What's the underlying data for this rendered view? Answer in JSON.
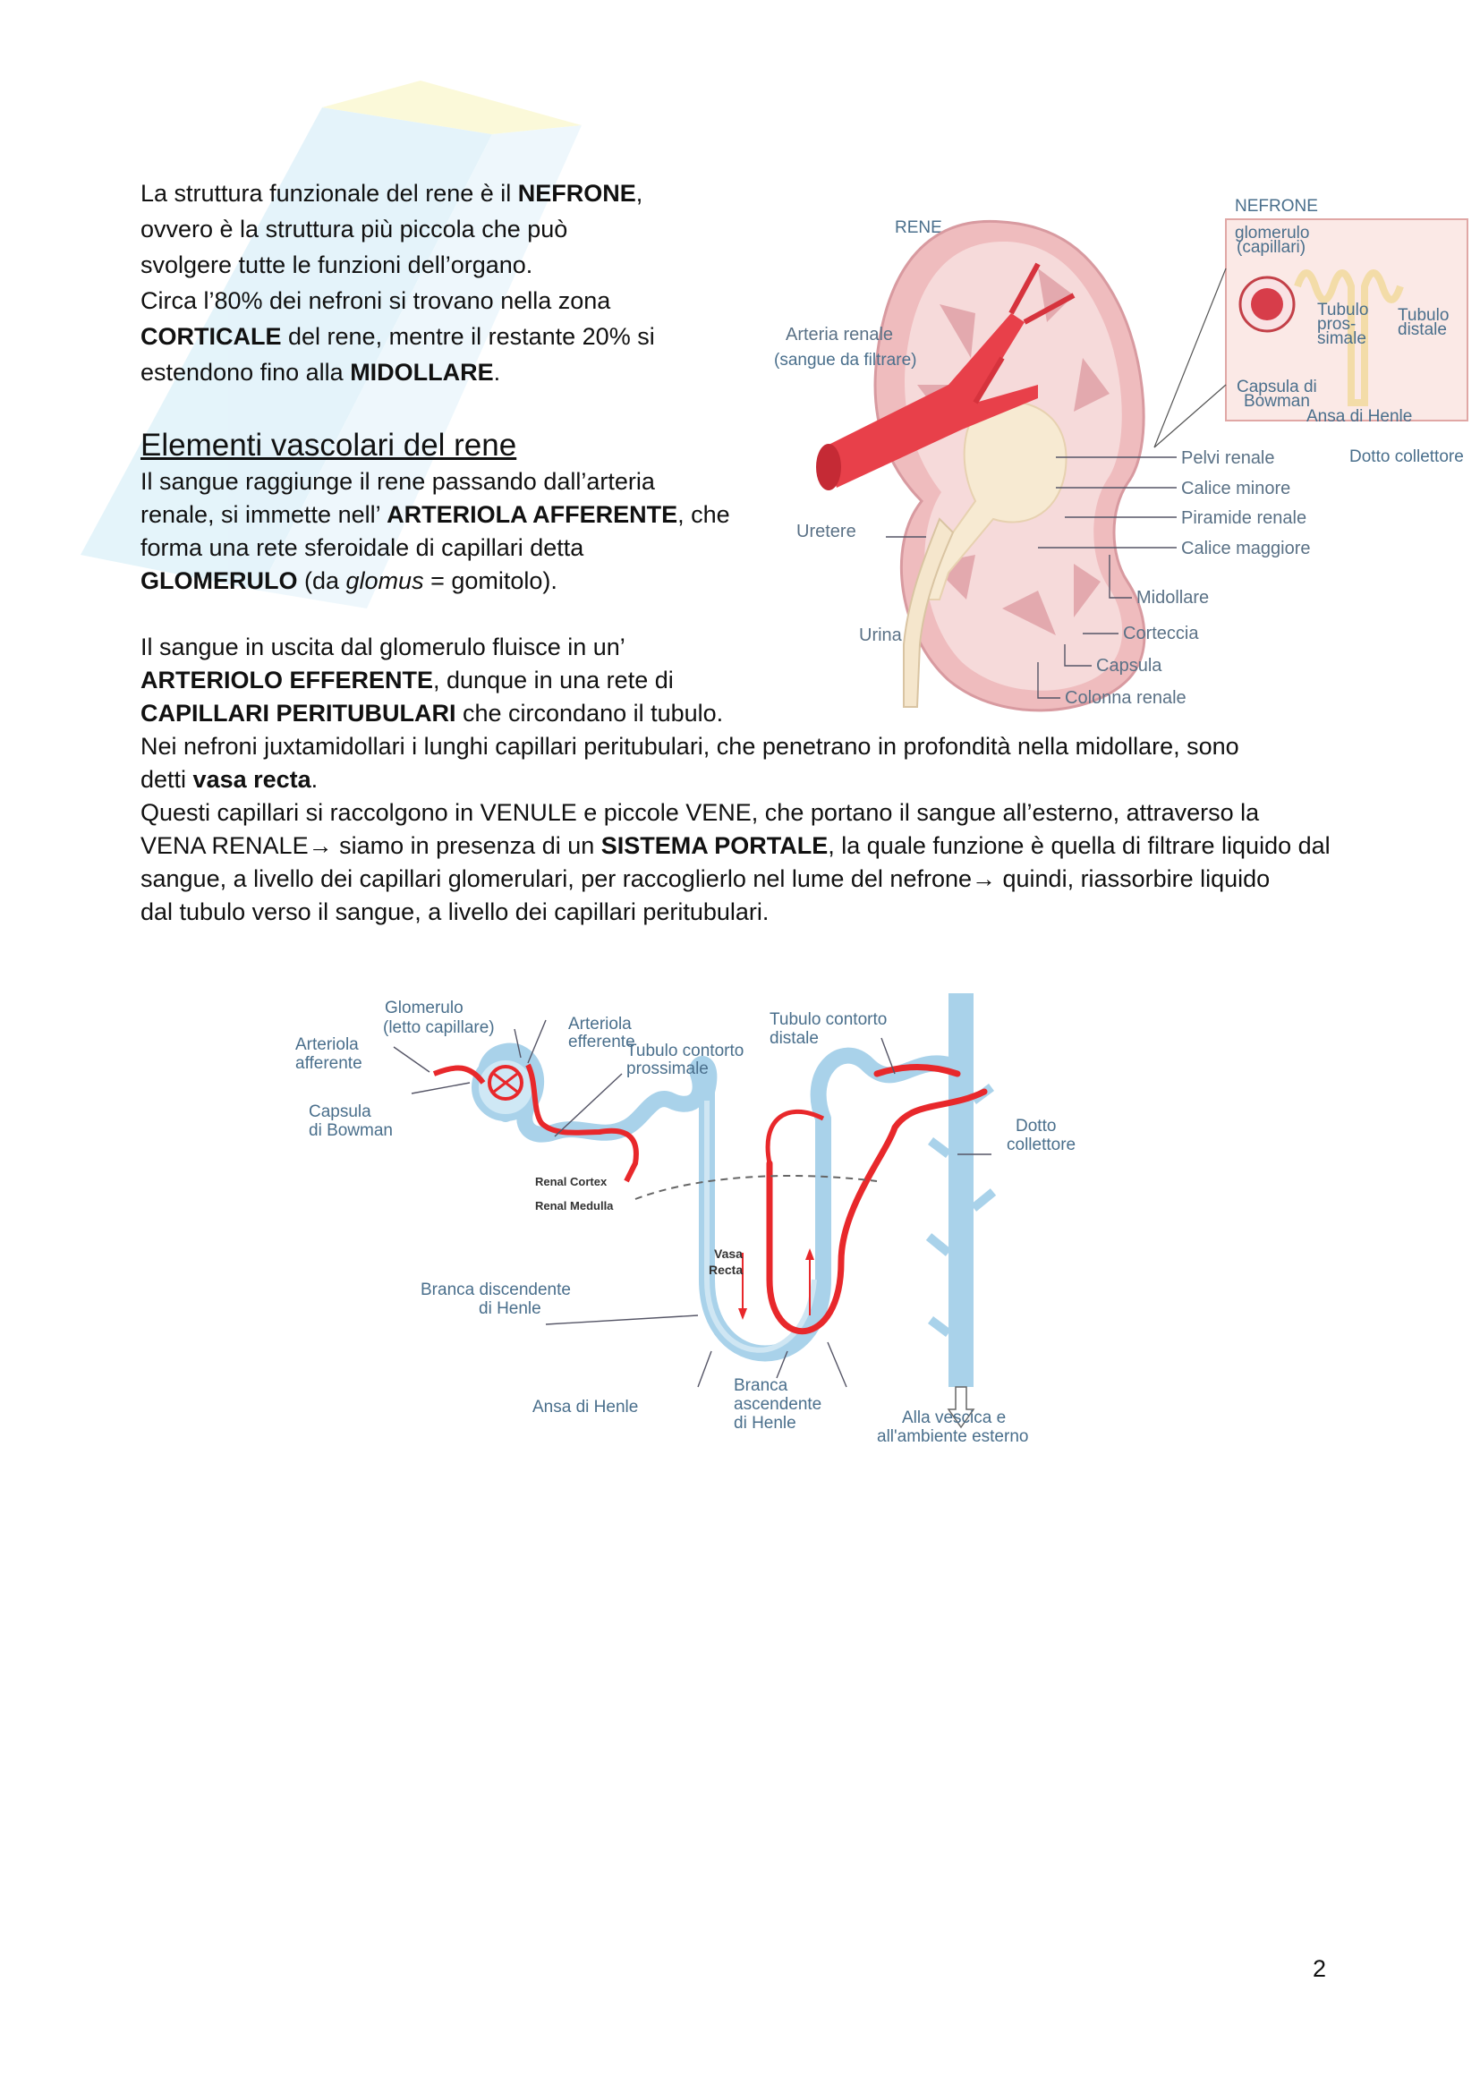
{
  "intro": {
    "l1a": "La struttura funzionale del rene è il ",
    "l1b": "NEFRONE",
    "l1c": ",",
    "l2": "ovvero è la struttura più piccola che può",
    "l3": "svolgere tutte le funzioni dell’organo.",
    "l4": "Circa l’80% dei nefroni si trovano nella zona",
    "l5a": "CORTICALE",
    "l5b": " del rene, mentre il restante 20% si",
    "l6a": "estendono fino alla ",
    "l6b": "MIDOLLARE",
    "l6c": "."
  },
  "vascular": {
    "title": "Elementi vascolari del rene",
    "p1a": "Il sangue raggiunge il rene passando dall’arteria",
    "p1b": "renale, si immette nell’ ",
    "p1c": "ARTERIOLA AFFERENTE",
    "p1d": ", che",
    "p1e": "forma una rete sferoidale di capillari detta",
    "p1f": "GLOMERULO",
    "p1g": " (da ",
    "p1h": "glomus",
    "p1i": " = gomitolo).",
    "p2a": "Il sangue in uscita dal glomerulo fluisce in un’",
    "p2b": "ARTERIOLO EFFERENTE",
    "p2c": ", dunque in una rete di",
    "p2d": "CAPILLARI PERITUBULARI",
    "p2e": " che circondano il tubulo.",
    "p3a": "Nei nefroni juxtamidollari i lunghi capillari peritubulari, che penetrano in profondità nella midollare, sono",
    "p3b": "detti ",
    "p3c": "vasa recta",
    "p3d": ".",
    "p4a": "Questi capillari si raccolgono in VENULE e piccole VENE, che portano il sangue all’esterno, attraverso la",
    "p4b": "VENA RENALE",
    "p4c": " siamo in presenza di un ",
    "p4d": "SISTEMA PORTALE",
    "p4e": ", la quale funzione è quella di filtrare liquido dal",
    "p4f": "sangue, a livello dei capillari glomerulari, per raccoglierlo nel lume del nefrone",
    "p4g": " quindi, riassorbire liquido",
    "p4h": "dal tubulo verso il sangue, a livello dei capillari peritubulari.",
    "arrow": "→"
  },
  "kidney": {
    "rene": "RENE",
    "nefrone": "NEFRONE",
    "glomerulo1": "glomerulo",
    "glomerulo2": "(capillari)",
    "tub_pros1": "Tubulo",
    "tub_pros2": "pros-",
    "tub_pros3": "simale",
    "tub_dist1": "Tubulo",
    "tub_dist2": "distale",
    "capsula1": "Capsula di",
    "capsula2": "Bowman",
    "ansa": "Ansa di Henle",
    "dotto": "Dotto collettore",
    "arteria1": "Arteria renale",
    "arteria2": "(sangue da filtrare)",
    "uretere": "Uretere",
    "urina": "Urina",
    "pelvi": "Pelvi renale",
    "calice_min": "Calice minore",
    "piramide": "Piramide renale",
    "calice_mag": "Calice maggiore",
    "midollare": "Midollare",
    "corteccia": "Corteccia",
    "capsula": "Capsula",
    "colonna": "Colonna renale"
  },
  "nephron": {
    "glom1": "Glomerulo",
    "glom2": "(letto capillare)",
    "aff1": "Arteriola",
    "aff2": "afferente",
    "eff1": "Arteriola",
    "eff2": "efferente",
    "tcd1": "Tubulo contorto",
    "tcd2": "distale",
    "tcp1": "Tubulo contorto",
    "tcp2": "prossimale",
    "bow1": "Capsula",
    "bow2": "di Bowman",
    "dotto1": "Dotto",
    "dotto2": "collettore",
    "cortex": "Renal Cortex",
    "medulla": "Renal Medulla",
    "vasa1": "Vasa",
    "vasa2": "Recta",
    "bd1": "Branca discendente",
    "bd2": "di Henle",
    "ansa": "Ansa di Henle",
    "ba1": "Branca",
    "ba2": "ascendente",
    "ba3": "di Henle",
    "vesc1": "Alla vescica e",
    "vesc2": "all'ambiente esterno"
  },
  "page_number": "2",
  "colors": {
    "blue": "#a9d2ea",
    "red": "#e8282b",
    "kidney_pink": "#f1c6c6"
  }
}
